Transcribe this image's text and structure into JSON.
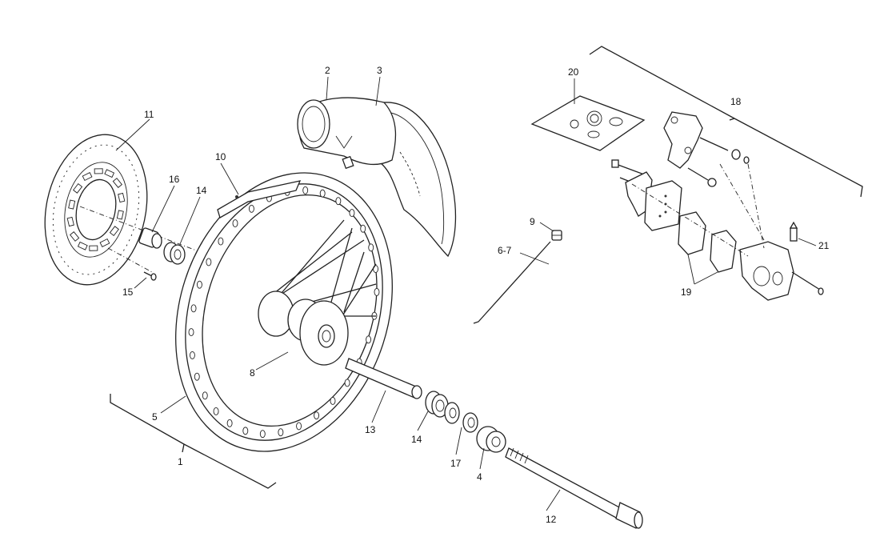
{
  "callouts": {
    "c1": "1",
    "c2": "2",
    "c3": "3",
    "c4": "4",
    "c5": "5",
    "c6_7": "6-7",
    "c8": "8",
    "c9": "9",
    "c10": "10",
    "c11": "11",
    "c12": "12",
    "c13": "13",
    "c14a": "14",
    "c14b": "14",
    "c15": "15",
    "c16": "16",
    "c17": "17",
    "c18": "18",
    "c19": "19",
    "c20": "20",
    "c21": "21"
  }
}
